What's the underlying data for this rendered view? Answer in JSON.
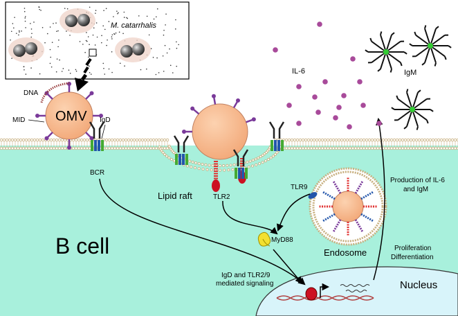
{
  "inset": {
    "bacteria_label": "M. catarrhalis"
  },
  "labels": {
    "omv": "OMV",
    "dna": "DNA",
    "mid": "MID",
    "igd": "IgD",
    "bcr": "BCR",
    "il6": "IL-6",
    "igm": "IgM",
    "lipid_raft": "Lipid raft",
    "tlr2": "TLR2",
    "tlr9": "TLR9",
    "myd88": "MyD88",
    "endosome": "Endosome",
    "b_cell": "B cell",
    "nucleus": "Nucleus",
    "production_line1": "Production of IL-6",
    "production_line2": "and IgM",
    "prolif_line1": "Proliferation",
    "prolif_line2": "Differentiation",
    "signal_line1": "IgD and TLR2/9",
    "signal_line2": "mediated signaling"
  },
  "colors": {
    "cytoplasm": "#a8f0dc",
    "nucleus": "#d8f4fa",
    "omv": "#f8bf95",
    "membrane": "#c8b080",
    "mid_protein": "#7a3a9a",
    "il6": "#a84a9a",
    "igm_center": "#33cc33",
    "tlr2": "#e03030",
    "myd88": "#f2e030",
    "bcr_blue": "#2255aa",
    "bcr_green": "#44aa33"
  }
}
